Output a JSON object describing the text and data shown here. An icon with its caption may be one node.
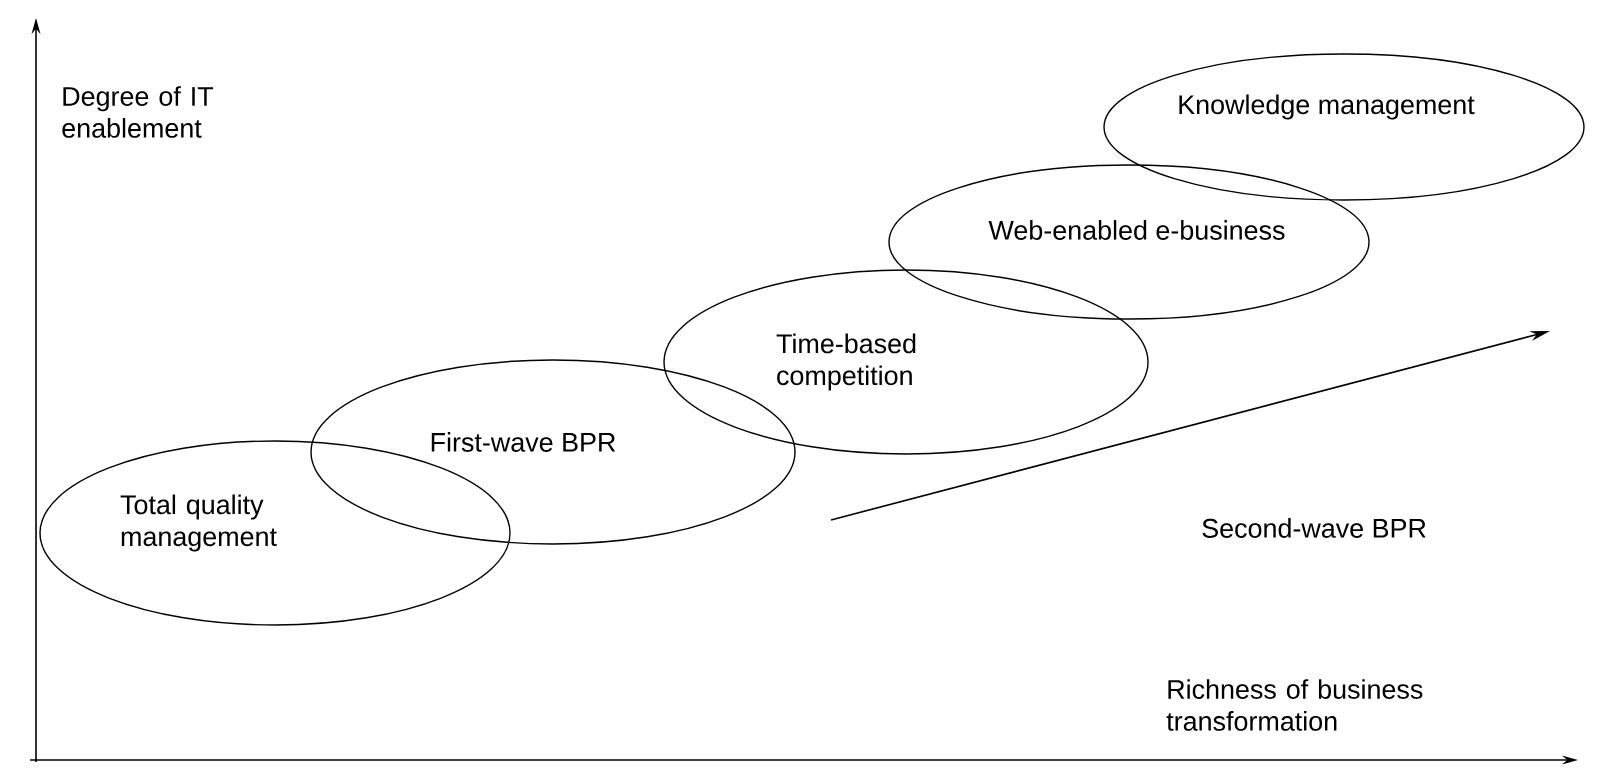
{
  "diagram": {
    "nodes": [
      {
        "text": [
          "Total quality management"
        ]
      },
      {
        "text": [
          "First-wave BPR"
        ]
      },
      {
        "text": [
          "Time-based competition"
        ]
      },
      {
        "text": [
          "Web-enabled e-business"
        ]
      },
      {
        "text": [
          "Knowledge management"
        ]
      }
    ],
    "edges": [],
    "labels": [
      "Degree of IT enablement",
      "Second-wave BPR",
      "Richness of business transformation"
    ]
  }
}
